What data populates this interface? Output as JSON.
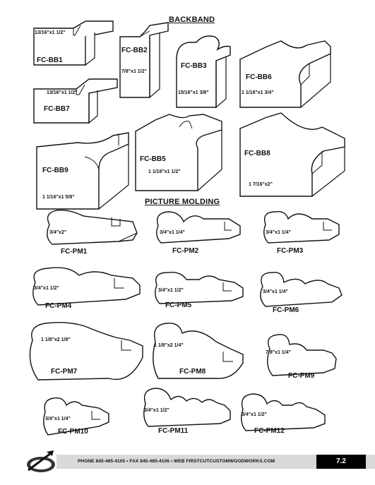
{
  "sections": {
    "backband": "BACKBAND",
    "picture_molding": "PICTURE MOLDING"
  },
  "profiles": [
    {
      "code": "FC-BB1",
      "size": "13/16\"x1 1/2\""
    },
    {
      "code": "FC-BB2",
      "size": "7/8\"x1 1/2\""
    },
    {
      "code": "FC-BB3",
      "size": "15/16\"x1 3/8\""
    },
    {
      "code": "FC-BB6",
      "size": "1 1/16\"x1 3/4\""
    },
    {
      "code": "FC-BB7",
      "size": "13/16\"x1 1/2\""
    },
    {
      "code": "FC-BB9",
      "size": "1 1/16\"x1 5/8\""
    },
    {
      "code": "FC-BB5",
      "size": "1 1/16\"x1 1/2\""
    },
    {
      "code": "FC-BB8",
      "size": "1 7/16\"x2\""
    },
    {
      "code": "FC-PM1",
      "size": "3/4\"x2\""
    },
    {
      "code": "FC-PM2",
      "size": "3/4\"x1 1/4\""
    },
    {
      "code": "FC-PM3",
      "size": "3/4\"x1 1/4\""
    },
    {
      "code": "FC-PM4",
      "size": "3/4\"x1 1/2\""
    },
    {
      "code": "FC-PM5",
      "size": "3/4\"x1 1/2\""
    },
    {
      "code": "FC-PM6",
      "size": "3/4\"x1 1/4\""
    },
    {
      "code": "FC-PM7",
      "size": "1 1/8\"x2 1/8\""
    },
    {
      "code": "FC-PM8",
      "size": "1 1/8\"x2 1/4\""
    },
    {
      "code": "FC-PM9",
      "size": "7/8\"x1 1/4\""
    },
    {
      "code": "FC-PM10",
      "size": "3/4\"x1 1/4\""
    },
    {
      "code": "FC-PM11",
      "size": "3/4\"x1 1/2\""
    },
    {
      "code": "FC-PM12",
      "size": "3/4\"x1 1/2\""
    }
  ],
  "footer": {
    "contact": "PHONE 845-485-4105  •  FAX 845-485-4106  •  WEB FIRSTCUTCUSTOMWOODWORKS.COM",
    "page": "7.2"
  }
}
